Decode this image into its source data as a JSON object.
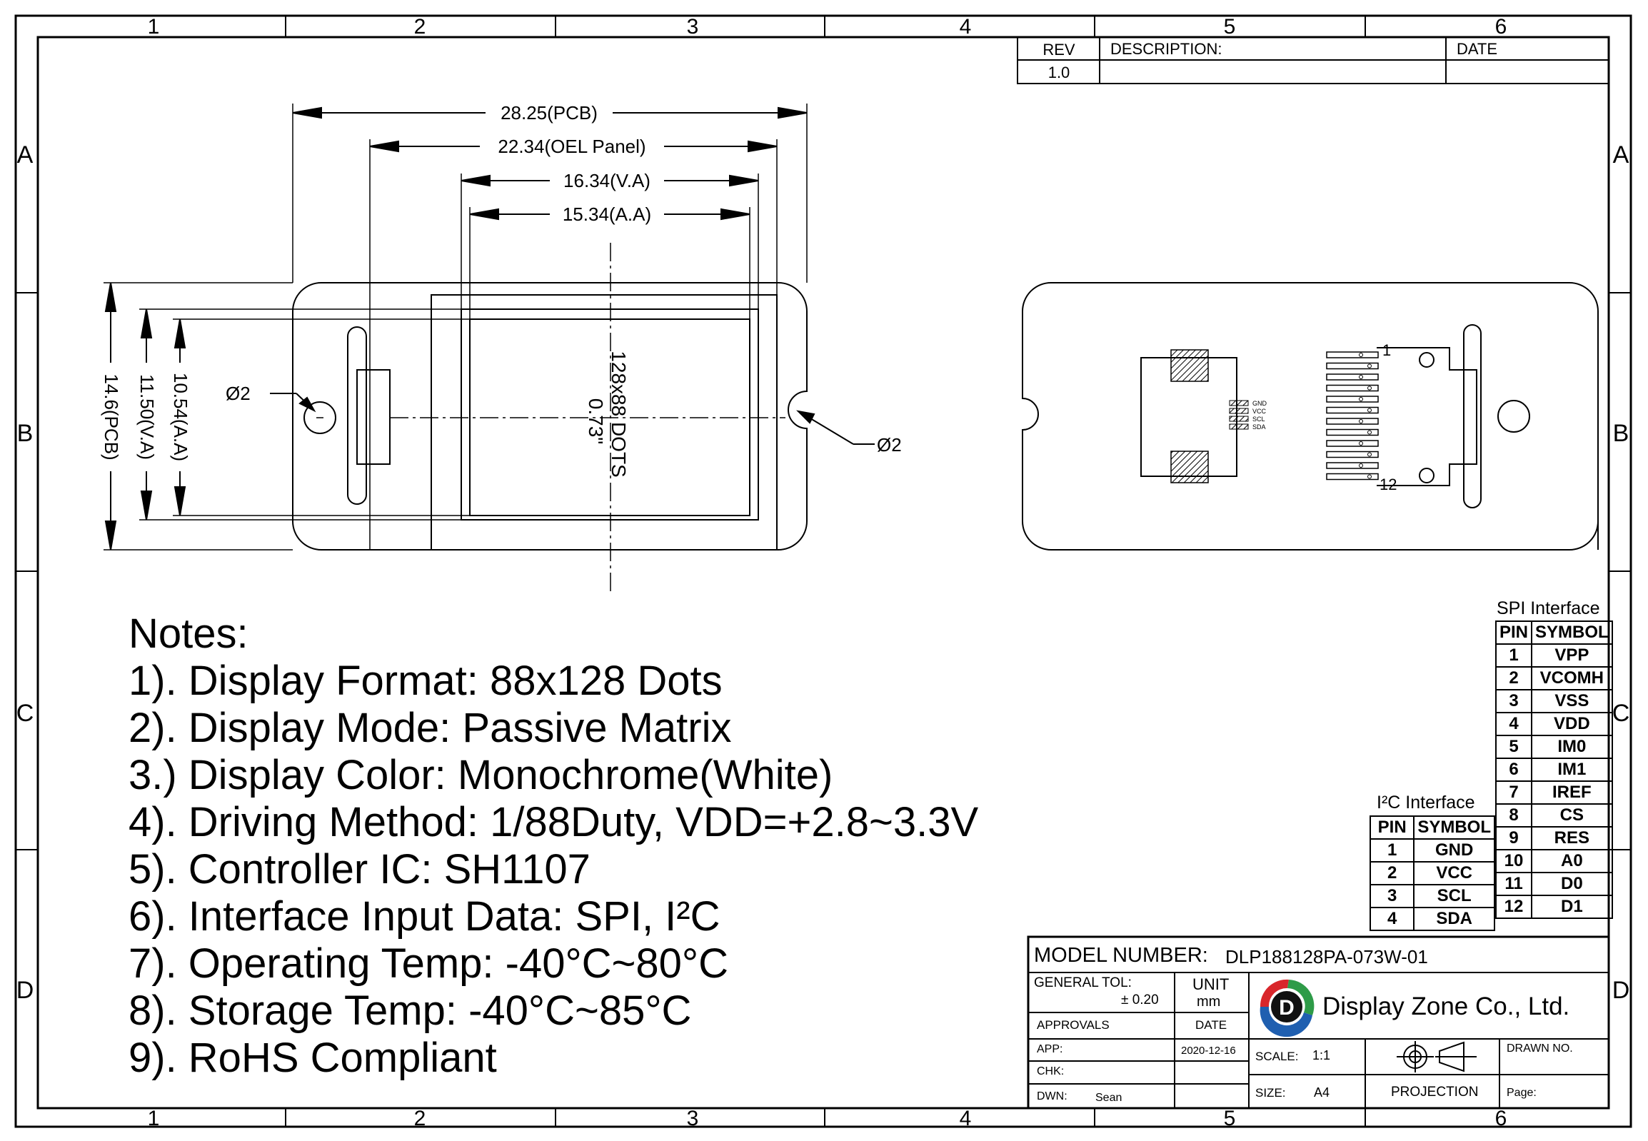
{
  "border": {
    "columns": [
      "1",
      "2",
      "3",
      "4",
      "5",
      "6"
    ],
    "rows": [
      "A",
      "B",
      "C",
      "D"
    ]
  },
  "revision": {
    "headers": {
      "rev": "REV",
      "description": "DESCRIPTION:",
      "date": "DATE"
    },
    "row": {
      "rev": "1.0",
      "description": "",
      "date": ""
    }
  },
  "dimensions": {
    "pcb_width": "28.25(PCB)",
    "panel_width": "22.34(OEL Panel)",
    "va_width": "16.34(V.A)",
    "aa_width": "15.34(A.A)",
    "pcb_height": "14.6(PCB)",
    "va_height": "11.50(V.A)",
    "aa_height": "10.54(A.A)",
    "hole_left": "Ø2",
    "hole_right": "Ø2",
    "display_dots": "128x88 DOTS",
    "display_size": "0.73\""
  },
  "back_view": {
    "pin_first": "1",
    "pin_last": "12",
    "pad_labels": [
      "GND",
      "VCC",
      "SCL",
      "SDA"
    ]
  },
  "notes": {
    "title": "Notes:",
    "items": [
      "1). Display Format: 88x128 Dots",
      "2). Display Mode: Passive Matrix",
      "3.) Display Color: Monochrome(White)",
      "4). Driving Method: 1/88Duty, VDD=+2.8~3.3V",
      "5). Controller IC: SH1107",
      "6). Interface Input Data: SPI, I²C",
      "7). Operating Temp: -40°C~80°C",
      "8). Storage Temp: -40°C~85°C",
      "9). RoHS Compliant"
    ]
  },
  "spi_interface": {
    "caption": "SPI Interface",
    "headers": [
      "PIN",
      "SYMBOL"
    ],
    "rows": [
      [
        "1",
        "VPP"
      ],
      [
        "2",
        "VCOMH"
      ],
      [
        "3",
        "VSS"
      ],
      [
        "4",
        "VDD"
      ],
      [
        "5",
        "IM0"
      ],
      [
        "6",
        "IM1"
      ],
      [
        "7",
        "IREF"
      ],
      [
        "8",
        "CS"
      ],
      [
        "9",
        "RES"
      ],
      [
        "10",
        "A0"
      ],
      [
        "11",
        "D0"
      ],
      [
        "12",
        "D1"
      ]
    ]
  },
  "i2c_interface": {
    "caption": "I²C Interface",
    "headers": [
      "PIN",
      "SYMBOL"
    ],
    "rows": [
      [
        "1",
        "GND"
      ],
      [
        "2",
        "VCC"
      ],
      [
        "3",
        "SCL"
      ],
      [
        "4",
        "SDA"
      ]
    ]
  },
  "title_block": {
    "model_label": "MODEL NUMBER:",
    "model_value": "DLP188128PA-073W-01",
    "general_tol_label": "GENERAL TOL:",
    "general_tol_value": "± 0.20",
    "unit_label": "UNIT",
    "unit_value": "mm",
    "company": "Display Zone Co., Ltd.",
    "approvals": "APPROVALS",
    "date_label": "DATE",
    "app_label": "APP:",
    "app_date": "2020-12-16",
    "chk_label": "CHK:",
    "dwn_label": "DWN:",
    "dwn_value": "Sean",
    "scale_label": "SCALE:",
    "scale_value": "1:1",
    "size_label": "SIZE:",
    "size_value": "A4",
    "projection": "PROJECTION",
    "drawn_no": "DRAWN NO.",
    "page": "Page:",
    "logo_letter": "D"
  },
  "colors": {
    "logo_red": "#d9262b",
    "logo_green": "#2e9b48",
    "logo_blue": "#1f5fb0"
  }
}
